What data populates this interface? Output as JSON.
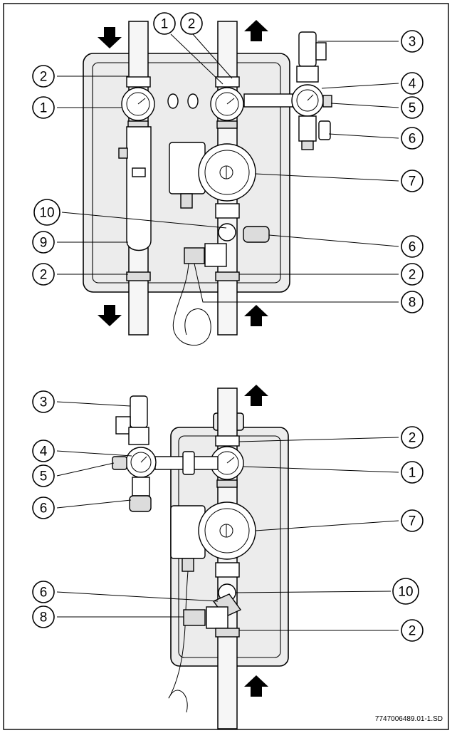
{
  "diagram": {
    "callouts_top": [
      "1",
      "2",
      "3",
      "2",
      "4",
      "1",
      "5",
      "6",
      "7",
      "10",
      "9",
      "6",
      "2",
      "2",
      "8"
    ],
    "callouts_bottom": [
      "3",
      "2",
      "4",
      "1",
      "5",
      "6",
      "7",
      "6",
      "10",
      "8",
      "2"
    ],
    "reference_code": "7747006489.01-1.SD"
  }
}
